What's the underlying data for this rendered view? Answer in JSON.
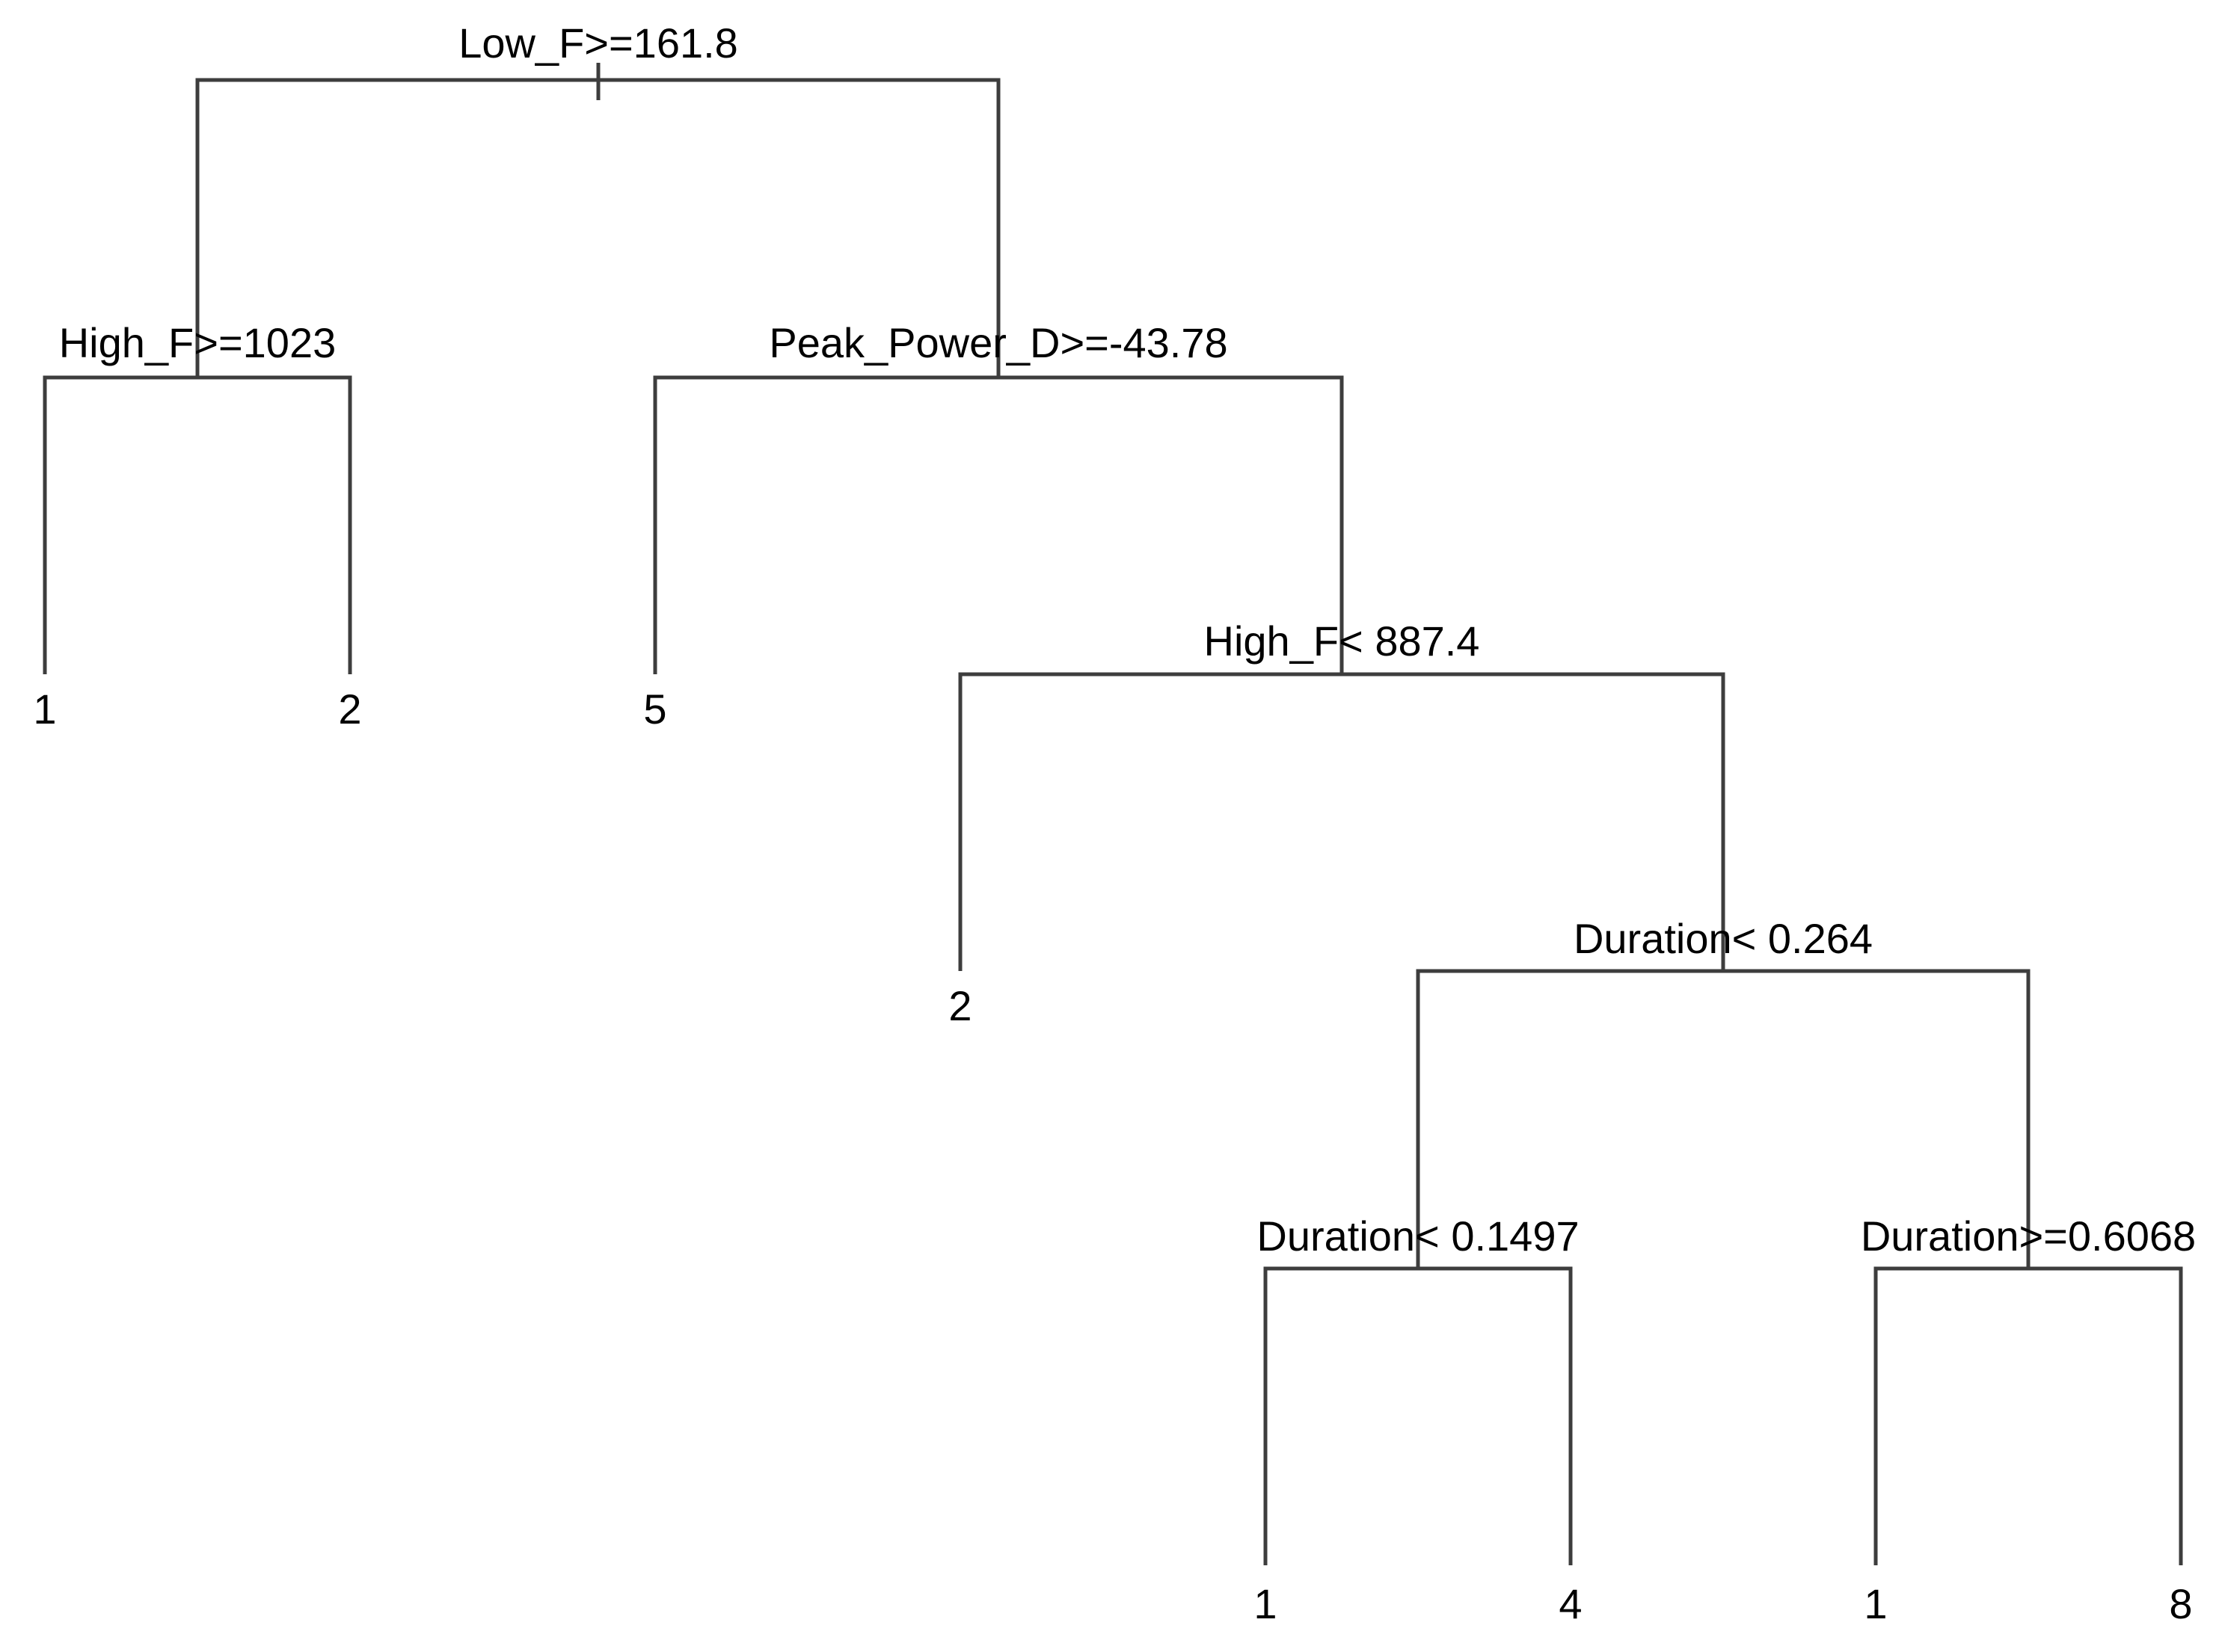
{
  "figure": {
    "type": "decision-tree-plot",
    "background": "#ffffff",
    "line_color": "#3d3d3d",
    "text_color": "#000000"
  },
  "tree": {
    "split": "Low_F>=161.8",
    "left": {
      "split": "High_F>=1023",
      "left": {
        "leaf": "1"
      },
      "right": {
        "leaf": "2"
      }
    },
    "right": {
      "split": "Peak_Power_D>=-43.78",
      "left": {
        "leaf": "5"
      },
      "right": {
        "split": "High_F< 887.4",
        "left": {
          "leaf": "2"
        },
        "right": {
          "split": "Duration< 0.264",
          "left": {
            "split": "Duration< 0.1497",
            "left": {
              "leaf": "1"
            },
            "right": {
              "leaf": "4"
            }
          },
          "right": {
            "split": "Duration>=0.6068",
            "left": {
              "leaf": "1"
            },
            "right": {
              "leaf": "8"
            }
          }
        }
      }
    }
  }
}
